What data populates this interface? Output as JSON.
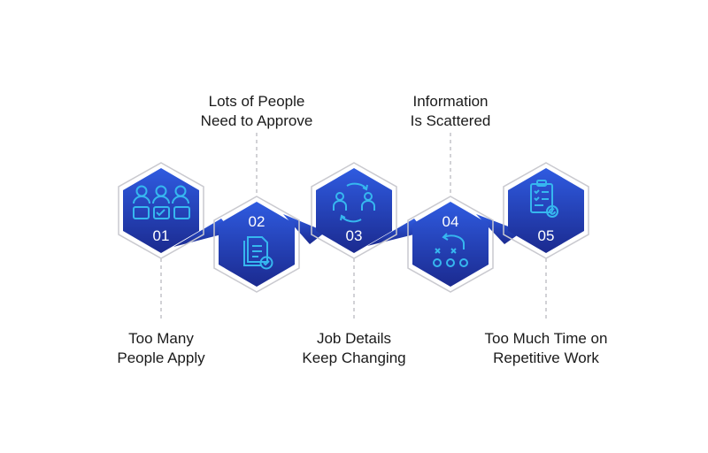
{
  "colors": {
    "hex_top": "#2f5be0",
    "hex_bottom": "#1b2a8f",
    "outline": "#c9c9cf",
    "icon": "#36b7ef",
    "connector": "#b5b5bb",
    "text": "#1a1a1a"
  },
  "steps": [
    {
      "number": "01",
      "icon": "people-vote-icon",
      "label_lines": [
        "Too Many",
        "People Apply"
      ]
    },
    {
      "number": "02",
      "icon": "document-approve-icon",
      "label_lines": [
        "Lots of People",
        "Need to Approve"
      ]
    },
    {
      "number": "03",
      "icon": "people-exchange-icon",
      "label_lines": [
        "Job Details",
        "Keep Changing"
      ]
    },
    {
      "number": "04",
      "icon": "strategy-play-icon",
      "label_lines": [
        "Information",
        "Is Scattered"
      ]
    },
    {
      "number": "05",
      "icon": "clipboard-check-icon",
      "label_lines": [
        "Too Much Time on",
        "Repetitive Work"
      ]
    }
  ]
}
